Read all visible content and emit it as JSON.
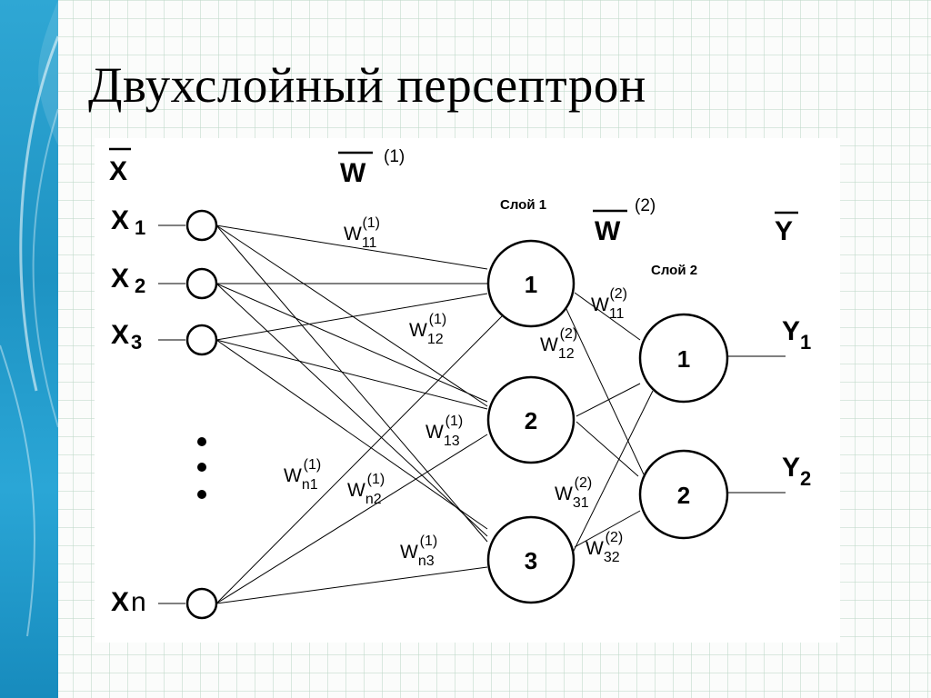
{
  "slide": {
    "title": "Двухслойный персептрон",
    "colors": {
      "accent_band": "#1e93c3",
      "grid": "#bed7c8",
      "ink": "#000000"
    }
  },
  "diagram": {
    "vector_labels": {
      "x": "X",
      "w1": "W",
      "w1_sup": "(1)",
      "w2": "W",
      "w2_sup": "(2)",
      "y": "Y"
    },
    "layers": {
      "layer1": "Слой 1",
      "layer2": "Слой 2"
    },
    "inputs": [
      {
        "main": "X",
        "sub": "1"
      },
      {
        "main": "X",
        "sub": "2"
      },
      {
        "main": "X",
        "sub": "3"
      },
      {
        "main": "X",
        "sub": "n"
      }
    ],
    "hidden_nodes": [
      "1",
      "2",
      "3"
    ],
    "output_nodes": [
      "1",
      "2"
    ],
    "outputs": [
      {
        "main": "Y",
        "sub": "1"
      },
      {
        "main": "Y",
        "sub": "2"
      }
    ],
    "weights_layer1": [
      {
        "w": "W",
        "sub": "11",
        "sup": "(1)"
      },
      {
        "w": "W",
        "sub": "12",
        "sup": "(1)"
      },
      {
        "w": "W",
        "sub": "13",
        "sup": "(1)"
      },
      {
        "w": "W",
        "sub": "n1",
        "sup": "(1)"
      },
      {
        "w": "W",
        "sub": "n2",
        "sup": "(1)"
      },
      {
        "w": "W",
        "sub": "n3",
        "sup": "(1)"
      }
    ],
    "weights_layer2": [
      {
        "w": "W",
        "sub": "11",
        "sup": "(2)"
      },
      {
        "w": "W",
        "sub": "12",
        "sup": "(2)"
      },
      {
        "w": "W",
        "sub": "31",
        "sup": "(2)"
      },
      {
        "w": "W",
        "sub": "32",
        "sup": "(2)"
      }
    ]
  }
}
